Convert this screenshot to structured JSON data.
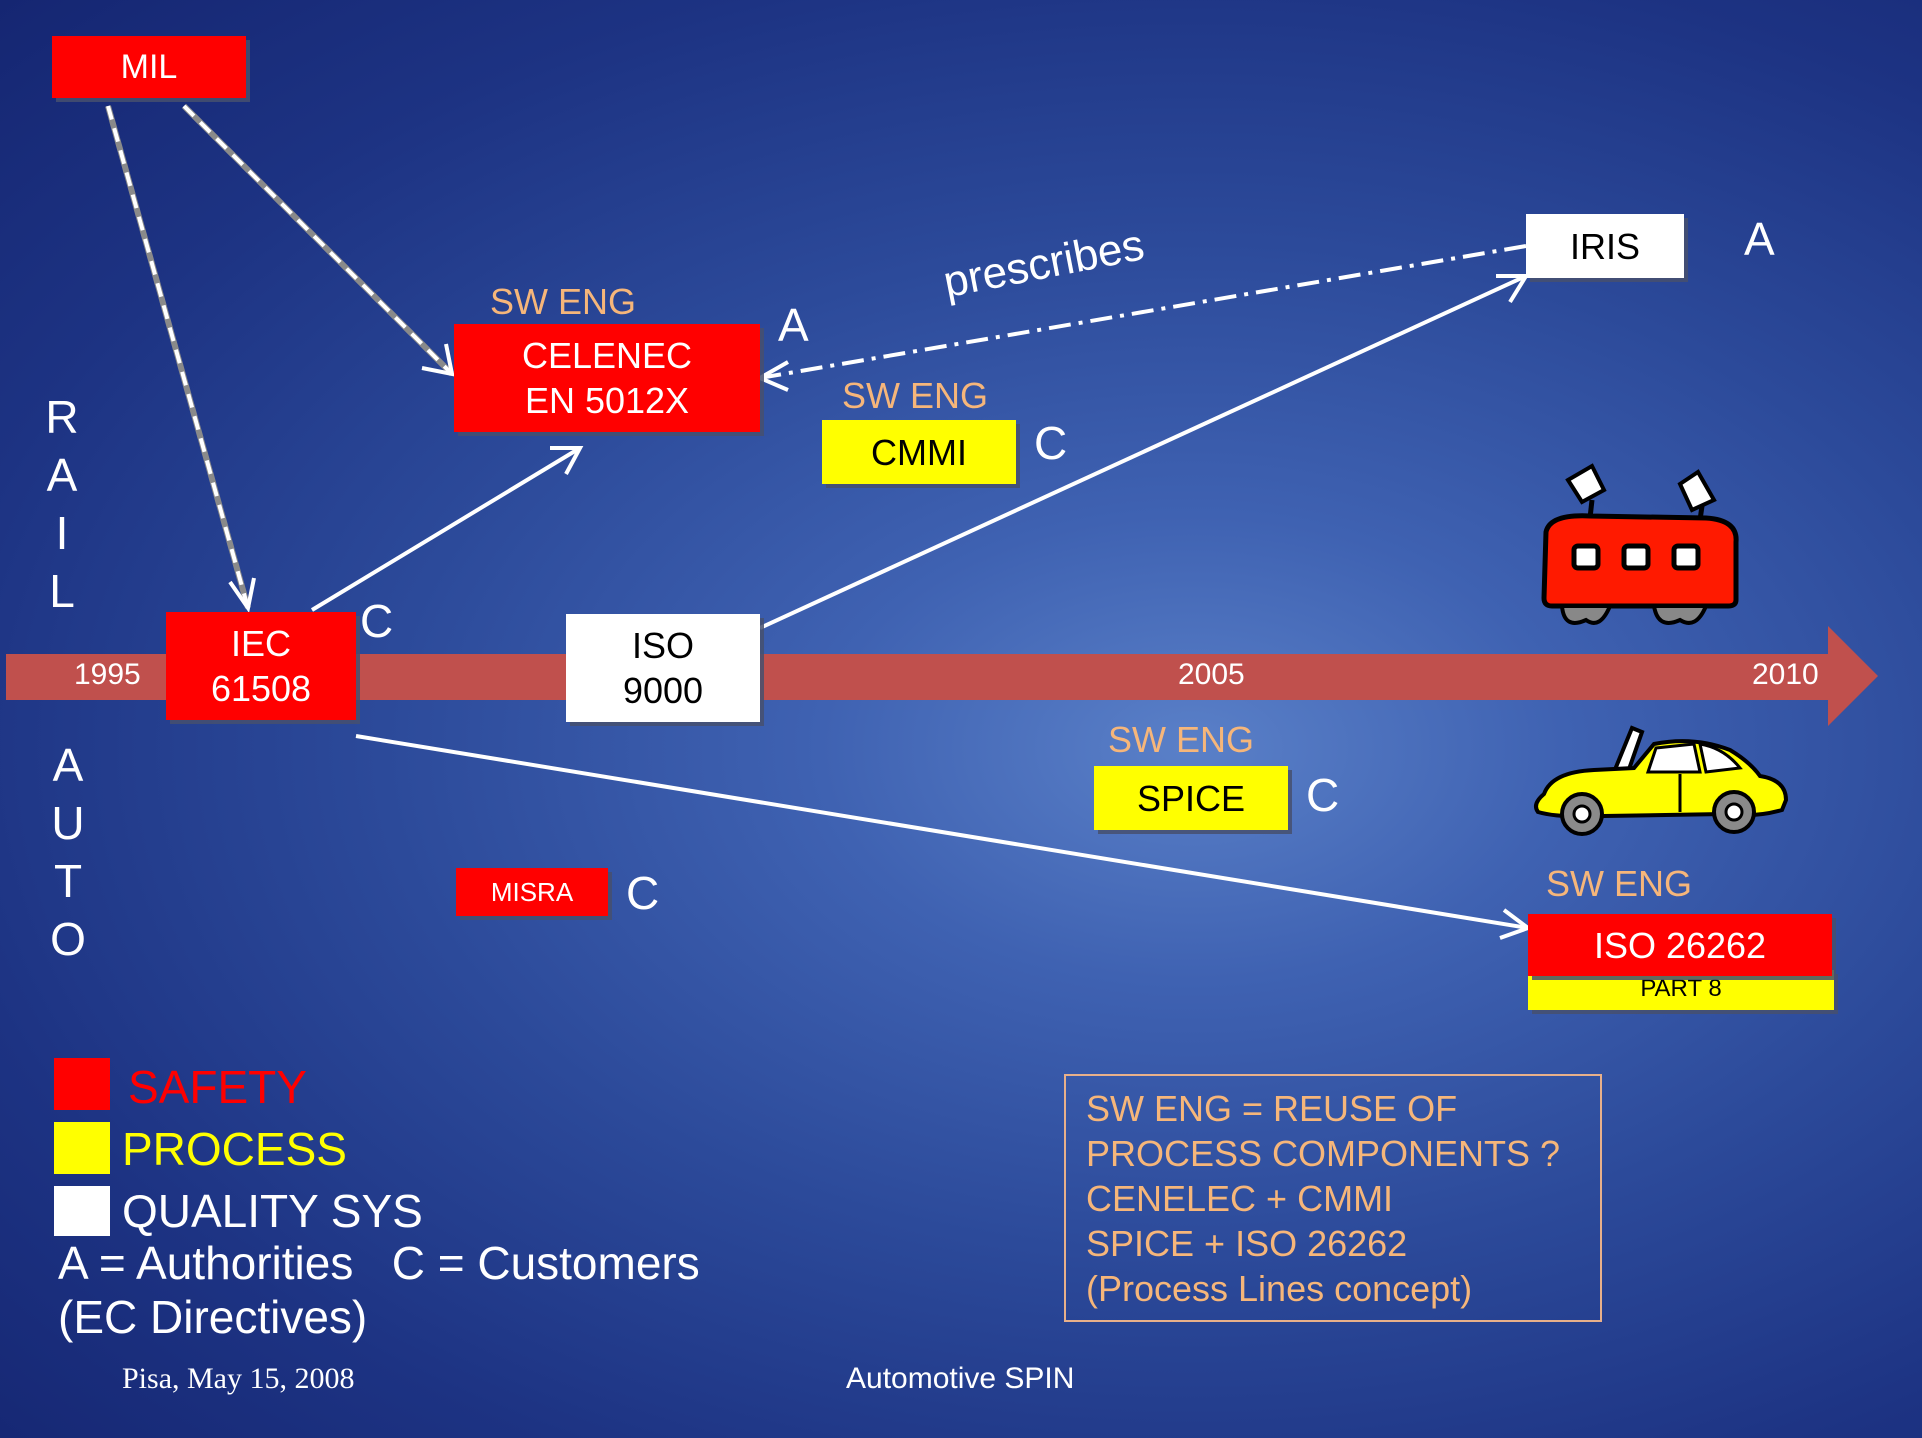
{
  "labels": {
    "mil": "MIL",
    "celenec_line1": "CELENEC",
    "celenec_line2": "EN 5012X",
    "cmmi": "CMMI",
    "iec_line1": "IEC",
    "iec_line2": "61508",
    "iso9000_line1": "ISO",
    "iso9000_line2": "9000",
    "iris": "IRIS",
    "spice": "SPICE",
    "misra": "MISRA",
    "iso26262": "ISO 26262",
    "part8": "PART 8",
    "sw_eng": "SW ENG",
    "prescribes": "prescribes"
  },
  "markers": {
    "authority": "A",
    "customer": "C"
  },
  "side_labels": {
    "rail": [
      "R",
      "A",
      "I",
      "L"
    ],
    "auto": [
      "A",
      "U",
      "T",
      "O"
    ]
  },
  "timeline": {
    "years": [
      "1995",
      "2005",
      "2010"
    ]
  },
  "legend": {
    "safety": "SAFETY",
    "process": "PROCESS",
    "quality": "QUALITY SYS",
    "key_line": "A = Authorities   C = Customers",
    "key_line2": "(EC Directives)"
  },
  "note": {
    "lines": [
      "SW ENG = REUSE OF",
      "PROCESS COMPONENTS ?",
      "CENELEC + CMMI",
      "SPICE + ISO 26262",
      "(Process Lines concept)"
    ]
  },
  "footer": {
    "left": "Pisa, May 15, 2008",
    "center": "Automotive SPIN"
  },
  "colors": {
    "safety": "#ff0000",
    "process": "#ffff00",
    "quality": "#ffffff",
    "timeline": "#c0504d",
    "sw_eng_text": "#f6b67a"
  },
  "icons": [
    "train-icon",
    "car-icon"
  ]
}
